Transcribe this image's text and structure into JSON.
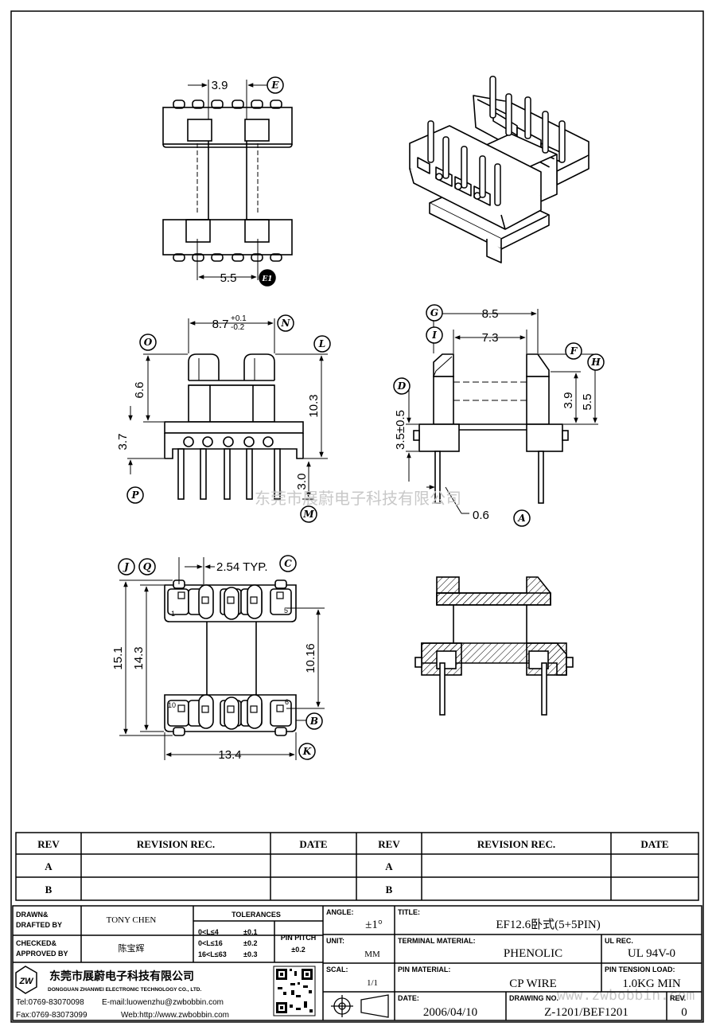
{
  "top_view": {
    "dim_top": "3.9",
    "dim_bottom": "5.5",
    "label_e": "E",
    "label_e1": "E1"
  },
  "front_view": {
    "dim_width_main": "8.7",
    "dim_width_tol_plus": "+0.1",
    "dim_width_tol_minus": "-0.2",
    "dim_upper": "6.6",
    "dim_base": "3.7",
    "dim_total": "10.3",
    "dim_pin": "3.0",
    "labels": {
      "o": "O",
      "n": "N",
      "l": "L",
      "p": "P",
      "m": "M"
    }
  },
  "side_view": {
    "dim_outer": "8.5",
    "dim_inner": "7.3",
    "dim_39": "3.9",
    "dim_55": "5.5",
    "dim_35": "3.5±0.5",
    "dim_06": "0.6",
    "labels": {
      "g": "G",
      "i": "I",
      "f": "F",
      "h": "H",
      "d": "D",
      "a": "A"
    }
  },
  "bottom_view": {
    "dim_pitch": "2.54  TYP.",
    "dim_151": "15.1",
    "dim_143": "14.3",
    "dim_1016": "10.16",
    "dim_134": "13.4",
    "pin_labels": {
      "p1": "1",
      "p5": "5",
      "p10": "10",
      "p6": "6"
    },
    "labels": {
      "j": "J",
      "q": "Q",
      "c": "C",
      "b": "B",
      "k": "K"
    }
  },
  "watermark": {
    "company_cn": "东莞市展蔚电子科技有限公司",
    "url": "www.zwbobbin.com"
  },
  "revision_table": {
    "headers": [
      "REV",
      "REVISION REC.",
      "DATE",
      "REV",
      "REVISION REC.",
      "DATE"
    ],
    "rows": [
      [
        "A",
        "",
        "",
        "A",
        "",
        ""
      ],
      [
        "B",
        "",
        "",
        "B",
        "",
        ""
      ]
    ]
  },
  "title_block": {
    "drawn_label_1": "DRAWN&",
    "drawn_label_2": "DRAFTED BY",
    "drawn_value": "TONY CHEN",
    "checked_label_1": "CHECKED&",
    "checked_label_2": "APPROVED BY",
    "checked_value": "陈宝辉",
    "tolerances_label": "TOLERANCES",
    "tol_rows": [
      [
        "0<L≤4",
        "±0.1"
      ],
      [
        "0<L≤16",
        "±0.2"
      ],
      [
        "16<L≤63",
        "±0.3"
      ]
    ],
    "pin_pitch_label": "PIN PITCH",
    "pin_pitch_value": "±0.2",
    "angle_label": "ANGLE:",
    "angle_value": "±1°",
    "unit_label": "UNIT:",
    "unit_value": "MM",
    "scale_label": "SCAL:",
    "scale_value": "1/1",
    "title_label": "TITLE:",
    "title_value": "EF12.6卧式(5+5PIN)",
    "terminal_label": "TERMINAL MATERIAL:",
    "terminal_value": "PHENOLIC",
    "ul_label": "UL REC.",
    "ul_value": "UL 94V-0",
    "pin_material_label": "PIN MATERIAL:",
    "pin_material_value": "CP WIRE",
    "tension_label": "PIN TENSION LOAD:",
    "tension_value": "1.0KG MIN",
    "date_label": "DATE:",
    "date_value": "2006/04/10",
    "drawing_label": "DRAWING NO.",
    "drawing_value": "Z-1201/BEF1201",
    "rev_label": "REV.",
    "rev_value": "0",
    "company_cn": "东莞市展蔚电子科技有限公司",
    "company_en": "DONGGUAN ZHANWEI ELECTRONIC TECHNOLOGY CO., LTD.",
    "tel": "Tel:0769-83070098",
    "email": "E-mail:luowenzhu@zwbobbin.com",
    "fax": "Fax:0769-83073099",
    "web": "Web:http://www.zwbobbin.com"
  }
}
